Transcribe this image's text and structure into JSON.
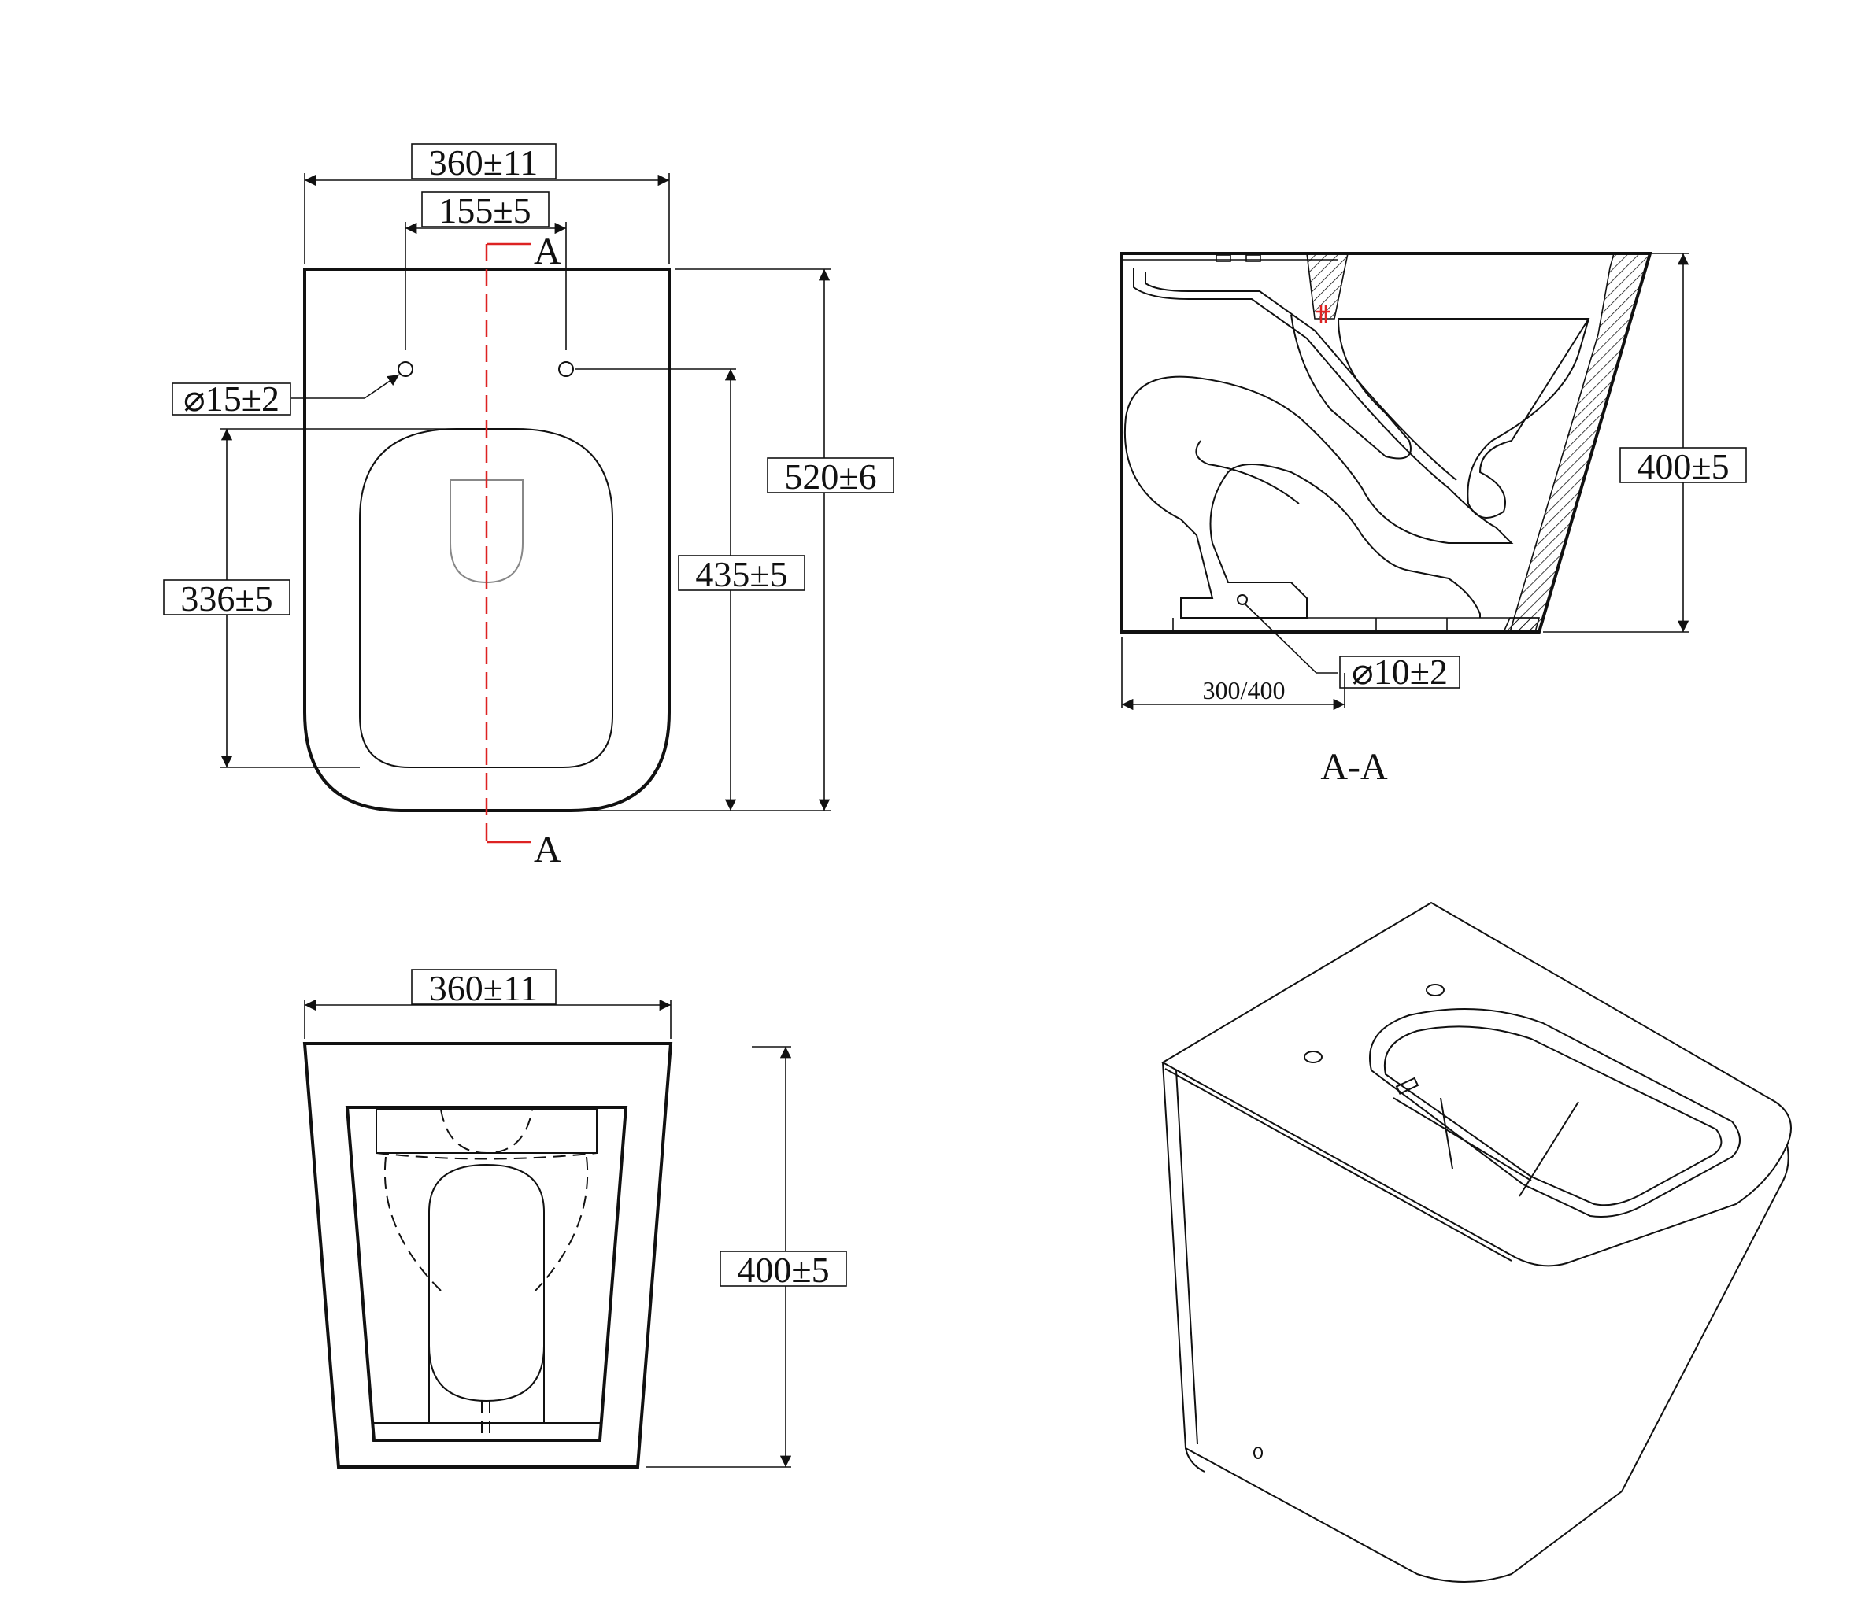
{
  "top_view": {
    "overall_width": "360±11",
    "hole_spacing": "155±5",
    "hole_diameter": "⌀15±2",
    "overall_depth": "520±6",
    "hole_to_front": "435±5",
    "bowl_depth": "336±5",
    "section_mark_top": "A",
    "section_mark_bottom": "A"
  },
  "section_view": {
    "height": "400±5",
    "outlet_diameter": "⌀10±2",
    "outlet_distance": "300/400",
    "title": "A-A"
  },
  "front_view": {
    "overall_width": "360±11",
    "height": "400±5"
  }
}
